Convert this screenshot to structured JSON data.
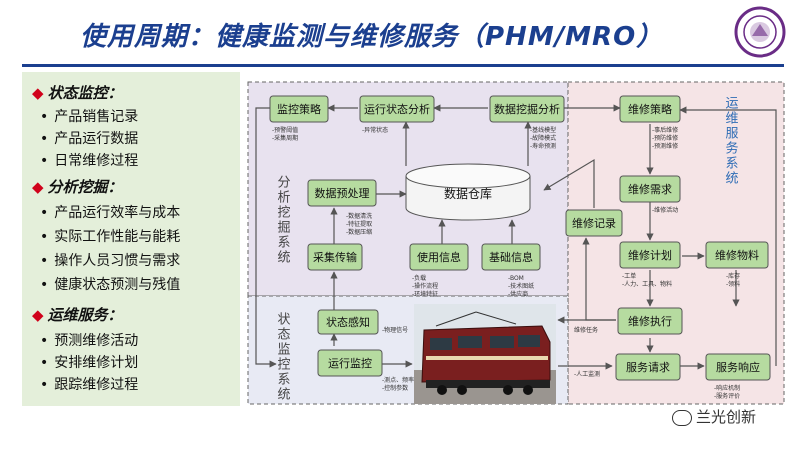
{
  "title": "使用周期：健康监测与维修服务（PHM/MRO）",
  "left_panel": {
    "sections": [
      {
        "heading": "状态监控：",
        "items": [
          "产品销售记录",
          "产品运行数据",
          "日常维修过程"
        ]
      },
      {
        "heading": "分析挖掘：",
        "items": [
          "产品运行效率与成本",
          "实际工作性能与能耗",
          "操作人员习惯与需求",
          "健康状态预测与残值"
        ]
      },
      {
        "heading": "运维服务：",
        "items": [
          "预测维修活动",
          "安排维修计划",
          "跟踪维修过程"
        ]
      }
    ]
  },
  "diagram": {
    "regions": {
      "analysis": "分析挖掘系统",
      "monitoring": "状态监控系统",
      "maintenance": "运维服务系统"
    },
    "boxes": {
      "monitor_strategy": "监控策略",
      "status_analysis": "运行状态分析",
      "data_mining": "数据挖掘分析",
      "warehouse": "数据仓库",
      "preprocess": "数据预处理",
      "collect": "采集传输",
      "usage": "使用信息",
      "basic": "基础信息",
      "sense": "状态感知",
      "run_monitor": "运行监控",
      "maint_strategy": "维修策略",
      "maint_demand": "维修需求",
      "maint_record": "维修记录",
      "maint_plan": "维修计划",
      "maint_material": "维修物料",
      "maint_exec": "维修执行",
      "service_req": "服务请求",
      "service_resp": "服务响应"
    },
    "notes": {
      "monitor_strategy": [
        "-预警阈值",
        "-采集周期"
      ],
      "status_analysis": [
        "-异常状态"
      ],
      "data_mining": [
        "-基线模型",
        "-故障模式",
        "-寿命预测"
      ],
      "preprocess": [
        "-数据清洗",
        "-特征提取",
        "-数据压缩"
      ],
      "usage": [
        "-负载",
        "-操作流程",
        "-环境特征"
      ],
      "basic": [
        "-BOM",
        "-技术图纸",
        "-供应商"
      ],
      "sense": [
        "-物理信号"
      ],
      "run_monitor": [
        "-测点、频率",
        "-控制参数"
      ],
      "maint_strategy": [
        "-事后维修",
        "-预防维修",
        "-预测维修"
      ],
      "maint_demand": [
        "-维修活动"
      ],
      "maint_plan": [
        "-工单",
        "-人力、工具、物料"
      ],
      "maint_material": [
        "-库存",
        "-领料"
      ],
      "maint_exec": [
        "维修任务"
      ],
      "service_req": [
        "-人工监测"
      ],
      "service_resp": [
        "-响应机制",
        "-服务评价"
      ]
    }
  },
  "watermark": "兰光创新",
  "colors": {
    "title": "#1b3f8f",
    "box_fill": "#b6dba0",
    "analysis_bg": "#e8e2ef",
    "maintenance_bg": "#f5e4e6",
    "monitoring_bg": "#e8eaf4",
    "left_panel_bg": "#e4efda",
    "bullet_diamond": "#d0021b"
  }
}
